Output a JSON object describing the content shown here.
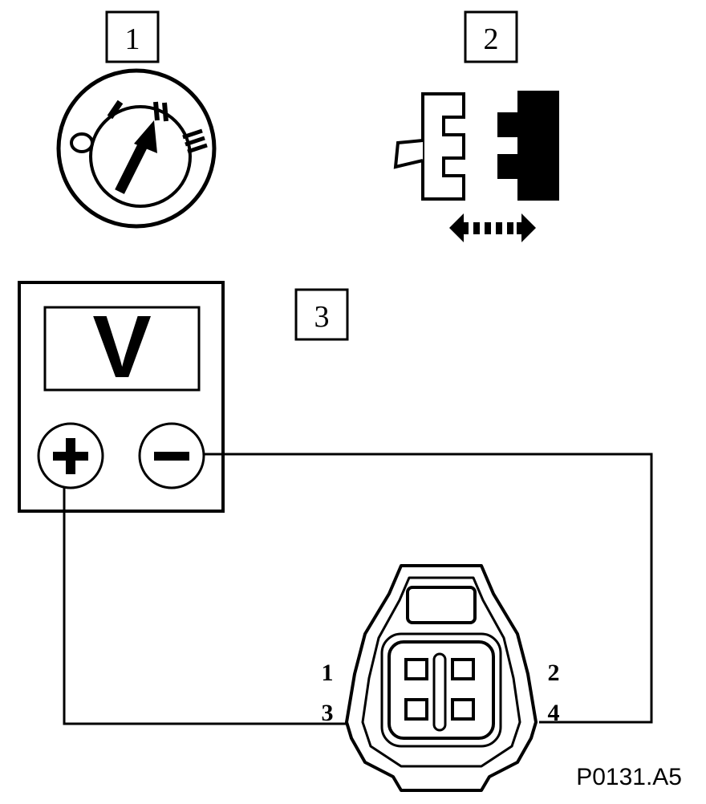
{
  "steps": [
    {
      "number": "1"
    },
    {
      "number": "2"
    },
    {
      "number": "3"
    }
  ],
  "ignition_switch": {
    "positions": [
      "0",
      "I",
      "II",
      "III"
    ]
  },
  "voltmeter": {
    "display": "V",
    "plus_symbol": "+",
    "minus_symbol": "−"
  },
  "connector": {
    "pins": [
      "1",
      "2",
      "3",
      "4"
    ]
  },
  "figure_code": "P0131.A5"
}
